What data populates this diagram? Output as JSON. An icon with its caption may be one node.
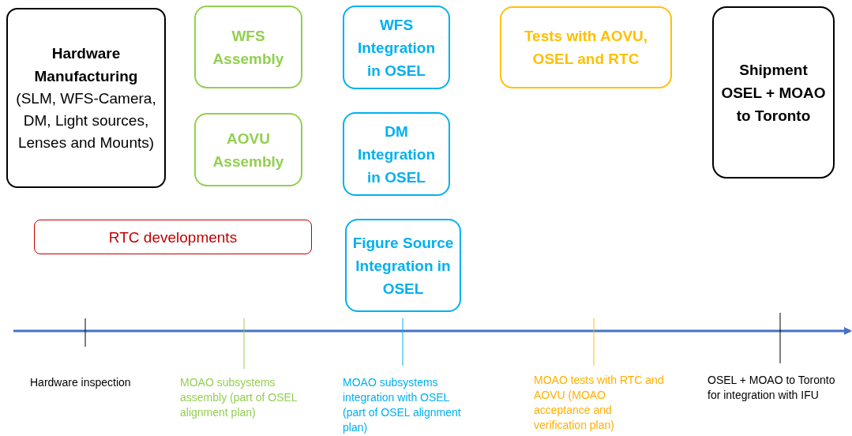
{
  "diagram": {
    "nodes": [
      {
        "text": [
          "Hardware Manufacturing",
          "(SLM, WFS-Camera, DM, Light sources, Lenses and Mounts)"
        ]
      },
      {
        "text": [
          "WFS Assembly"
        ]
      },
      {
        "text": [
          "AOVU Assembly"
        ]
      },
      {
        "text": [
          "WFS Integration in OSEL"
        ]
      },
      {
        "text": [
          "DM Integration in OSEL"
        ]
      },
      {
        "text": [
          "RTC developments"
        ]
      },
      {
        "text": [
          "Figure Source Integration in OSEL"
        ]
      },
      {
        "text": [
          "Tests with AOVU, OSEL and RTC"
        ]
      },
      {
        "text": [
          "Shipment OSEL + MOAO to Toronto"
        ]
      }
    ],
    "labels": [
      "Hardware inspection",
      "MOAO subsystems assembly (part of OSEL alignment plan)",
      "MOAO subsystems integration with OSEL (part of OSEL alignment plan)",
      "MOAO tests with RTC and AOVU (MOAO acceptance and verification plan)",
      "OSEL + MOAO to Toronto for integration with IFU"
    ]
  }
}
